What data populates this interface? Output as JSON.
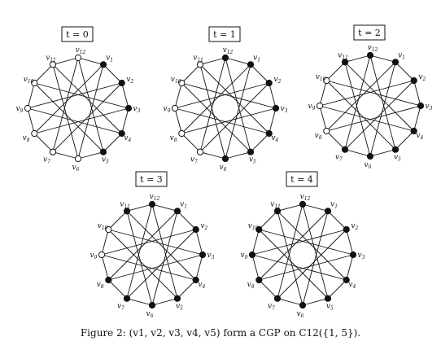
{
  "figure": {
    "caption_prefix": "Figure 2:",
    "caption_text": "(v1, v2, v3, v4, v5) form a CGP on C12({1, 5}).",
    "vertex_labels": [
      "v12",
      "v1",
      "v2",
      "v3",
      "v4",
      "v5",
      "v6",
      "v7",
      "v8",
      "v9",
      "v10",
      "v11"
    ],
    "panels": [
      {
        "title": "t = 0",
        "black": [
          "v1",
          "v2",
          "v3",
          "v4",
          "v5"
        ]
      },
      {
        "title": "t = 1",
        "black": [
          "v12",
          "v1",
          "v2",
          "v3",
          "v4",
          "v5",
          "v6"
        ]
      },
      {
        "title": "t = 2",
        "black": [
          "v12",
          "v1",
          "v2",
          "v3",
          "v4",
          "v5",
          "v6",
          "v7",
          "v11"
        ]
      },
      {
        "title": "t = 3",
        "black": [
          "v12",
          "v1",
          "v2",
          "v3",
          "v4",
          "v5",
          "v6",
          "v7",
          "v8",
          "v11"
        ]
      },
      {
        "title": "t = 4",
        "black": [
          "v12",
          "v1",
          "v2",
          "v3",
          "v4",
          "v5",
          "v6",
          "v7",
          "v8",
          "v9",
          "v10",
          "v11"
        ]
      }
    ]
  }
}
